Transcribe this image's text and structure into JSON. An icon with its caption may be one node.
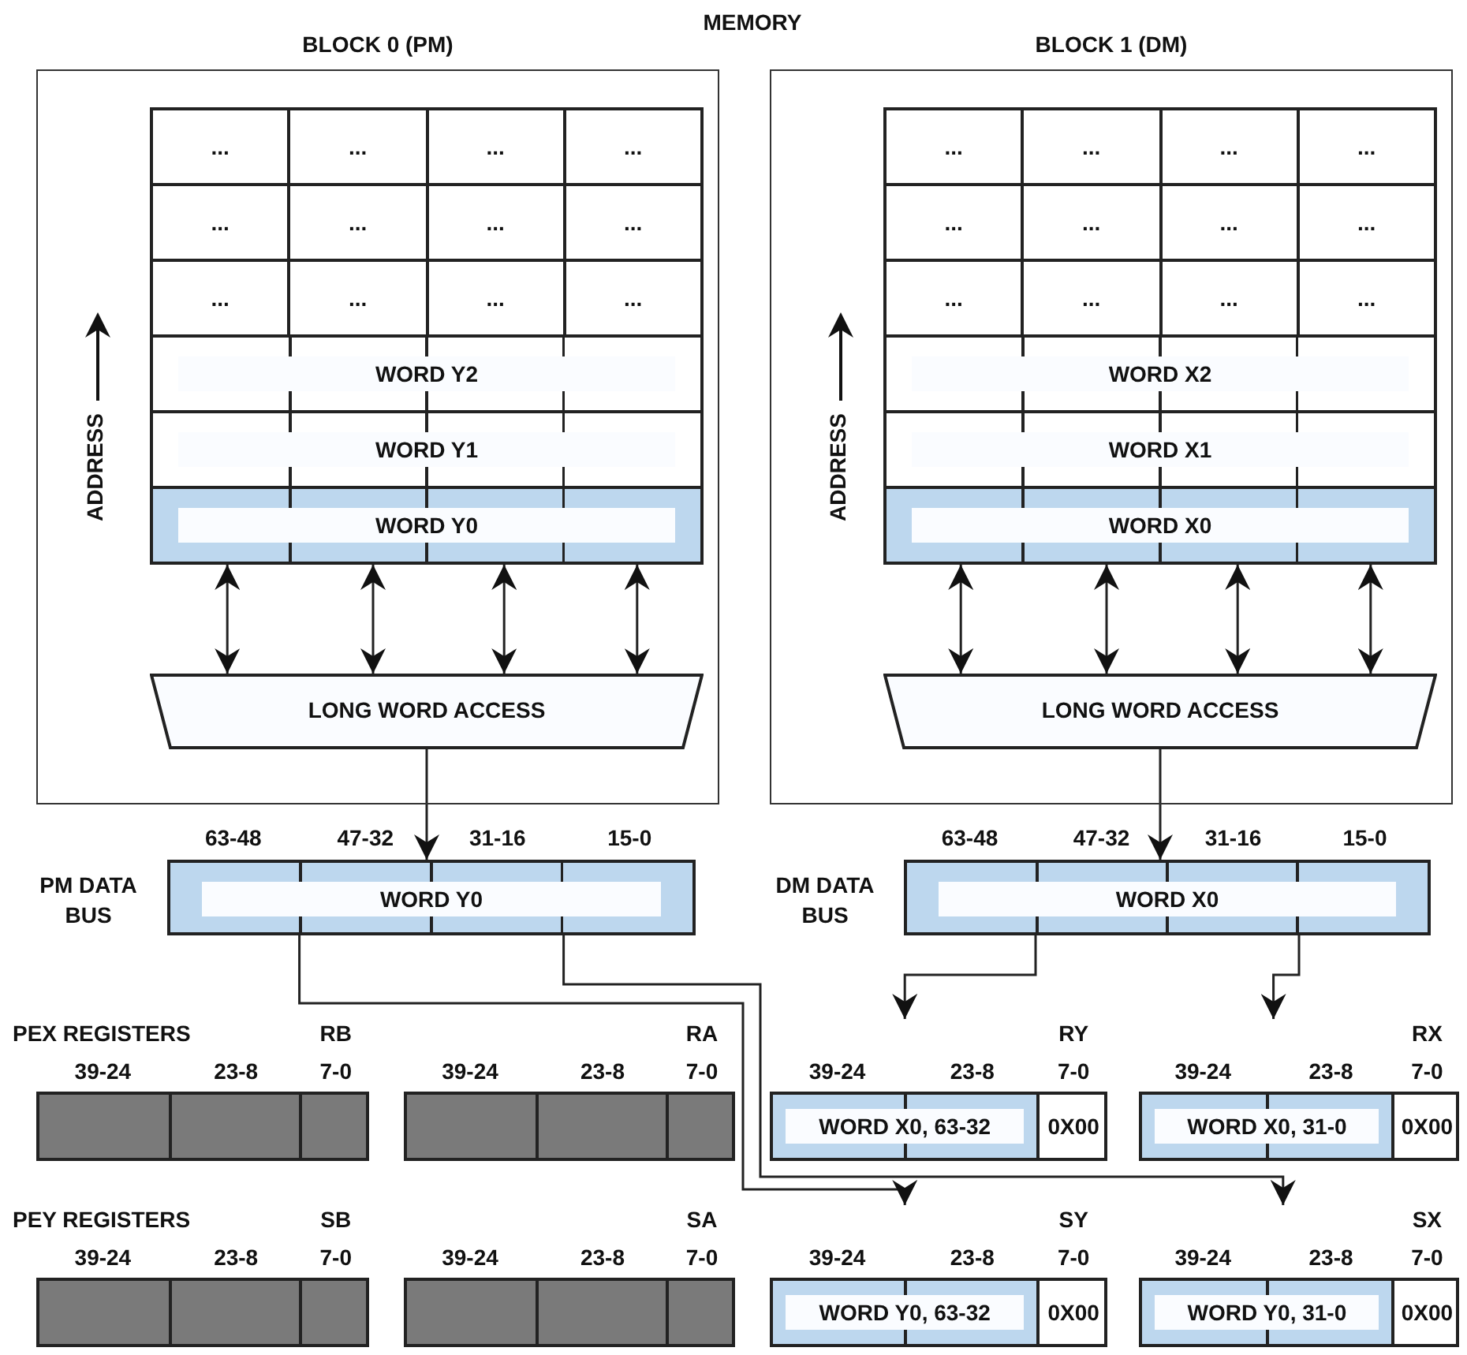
{
  "diagram": {
    "title": "MEMORY",
    "nodes": [
      {
        "text": [
          "BLOCK 0 (PM)"
        ]
      },
      {
        "text": [
          "..."
        ],
        "in": 0
      },
      {
        "text": [
          "..."
        ],
        "in": 0
      },
      {
        "text": [
          "..."
        ],
        "in": 0
      },
      {
        "text": [
          "..."
        ],
        "in": 0
      },
      {
        "text": [
          "..."
        ],
        "in": 0
      },
      {
        "text": [
          "..."
        ],
        "in": 0
      },
      {
        "text": [
          "..."
        ],
        "in": 0
      },
      {
        "text": [
          "..."
        ],
        "in": 0
      },
      {
        "text": [
          "..."
        ],
        "in": 0
      },
      {
        "text": [
          "..."
        ],
        "in": 0
      },
      {
        "text": [
          "..."
        ],
        "in": 0
      },
      {
        "text": [
          "..."
        ],
        "in": 0
      },
      {
        "text": [
          "WORD Y2"
        ],
        "in": 0
      },
      {
        "text": [
          "WORD Y1"
        ],
        "in": 0
      },
      {
        "text": [
          "WORD Y0"
        ],
        "in": 0
      },
      {
        "text": [
          "LONG WORD ACCESS"
        ],
        "in": 0
      },
      {
        "text": [
          "BLOCK 1 (DM)"
        ]
      },
      {
        "text": [
          "..."
        ],
        "in": 17
      },
      {
        "text": [
          "..."
        ],
        "in": 17
      },
      {
        "text": [
          "..."
        ],
        "in": 17
      },
      {
        "text": [
          "..."
        ],
        "in": 17
      },
      {
        "text": [
          "..."
        ],
        "in": 17
      },
      {
        "text": [
          "..."
        ],
        "in": 17
      },
      {
        "text": [
          "..."
        ],
        "in": 17
      },
      {
        "text": [
          "..."
        ],
        "in": 17
      },
      {
        "text": [
          "..."
        ],
        "in": 17
      },
      {
        "text": [
          "..."
        ],
        "in": 17
      },
      {
        "text": [
          "..."
        ],
        "in": 17
      },
      {
        "text": [
          "..."
        ],
        "in": 17
      },
      {
        "text": [
          "WORD X2"
        ],
        "in": 17
      },
      {
        "text": [
          "WORD X1"
        ],
        "in": 17
      },
      {
        "text": [
          "WORD X0"
        ],
        "in": 17
      },
      {
        "text": [
          "LONG WORD ACCESS"
        ],
        "in": 17
      },
      {
        "text": [
          "WORD Y0"
        ],
        "beside": [
          "PM DATA BUS",
          "63-48",
          "47-32",
          "31-16",
          "15-0"
        ]
      },
      {
        "text": [
          "WORD X0"
        ],
        "beside": [
          "DM DATA BUS",
          "63-48",
          "47-32",
          "31-16",
          "15-0"
        ]
      },
      {
        "text": [
          "RB"
        ],
        "beside": [
          "39-24",
          "23-8",
          "7-0"
        ]
      },
      {
        "text": [
          "RA"
        ],
        "beside": [
          "39-24",
          "23-8",
          "7-0"
        ]
      },
      {
        "text": [
          "RY",
          "WORD X0, 63-32",
          "0X00"
        ],
        "beside": [
          "39-24",
          "23-8",
          "7-0"
        ]
      },
      {
        "text": [
          "RX",
          "WORD X0, 31-0",
          "0X00"
        ],
        "beside": [
          "39-24",
          "23-8",
          "7-0"
        ]
      },
      {
        "text": [
          "SB"
        ],
        "beside": [
          "39-24",
          "23-8",
          "7-0"
        ]
      },
      {
        "text": [
          "SA"
        ],
        "beside": [
          "39-24",
          "23-8",
          "7-0"
        ]
      },
      {
        "text": [
          "SY",
          "WORD Y0, 63-32",
          "0X00"
        ],
        "beside": [
          "39-24",
          "23-8",
          "7-0"
        ]
      },
      {
        "text": [
          "SX",
          "WORD Y0, 31-0",
          "0X00"
        ],
        "beside": [
          "39-24",
          "23-8",
          "7-0"
        ]
      }
    ],
    "edges": [
      {
        "from": 15,
        "to": 16,
        "arrow": "both"
      },
      {
        "from": 15,
        "to": 16,
        "arrow": "both"
      },
      {
        "from": 15,
        "to": 16,
        "arrow": "both"
      },
      {
        "from": 15,
        "to": 16,
        "arrow": "both"
      },
      {
        "from": 32,
        "to": 33,
        "arrow": "both"
      },
      {
        "from": 32,
        "to": 33,
        "arrow": "both"
      },
      {
        "from": 32,
        "to": 33,
        "arrow": "both"
      },
      {
        "from": 32,
        "to": 33,
        "arrow": "both"
      },
      {
        "from": 16,
        "to": 34,
        "arrow": "to"
      },
      {
        "from": 33,
        "to": 35,
        "arrow": "to"
      },
      {
        "from": 35,
        "to": 38,
        "arrow": "to"
      },
      {
        "from": 35,
        "to": 39,
        "arrow": "to"
      },
      {
        "from": 34,
        "to": 42,
        "arrow": "to"
      },
      {
        "from": 34,
        "to": 43,
        "arrow": "to"
      }
    ],
    "labels": [
      "ADDRESS",
      "ADDRESS",
      "PEX REGISTERS",
      "PEY REGISTERS"
    ]
  }
}
